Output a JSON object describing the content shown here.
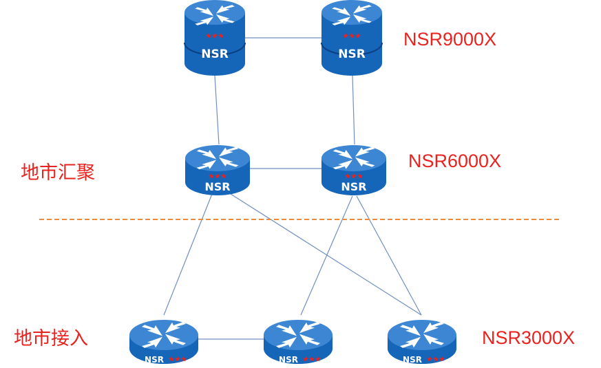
{
  "labels": {
    "core_model": "NSR9000X",
    "aggregation_model": "NSR6000X",
    "aggregation_tier": "地市汇聚",
    "access_tier": "地市接入",
    "access_model": "NSR3000X"
  },
  "router_badge": "NSR",
  "colors": {
    "label": "#e8231f",
    "router_body": "#1565b8",
    "router_top": "#3c86d3",
    "router_dark": "#0b3f82",
    "link": "#6f8fc0",
    "divider": "#ee8a3c",
    "star": "#e8231f"
  }
}
